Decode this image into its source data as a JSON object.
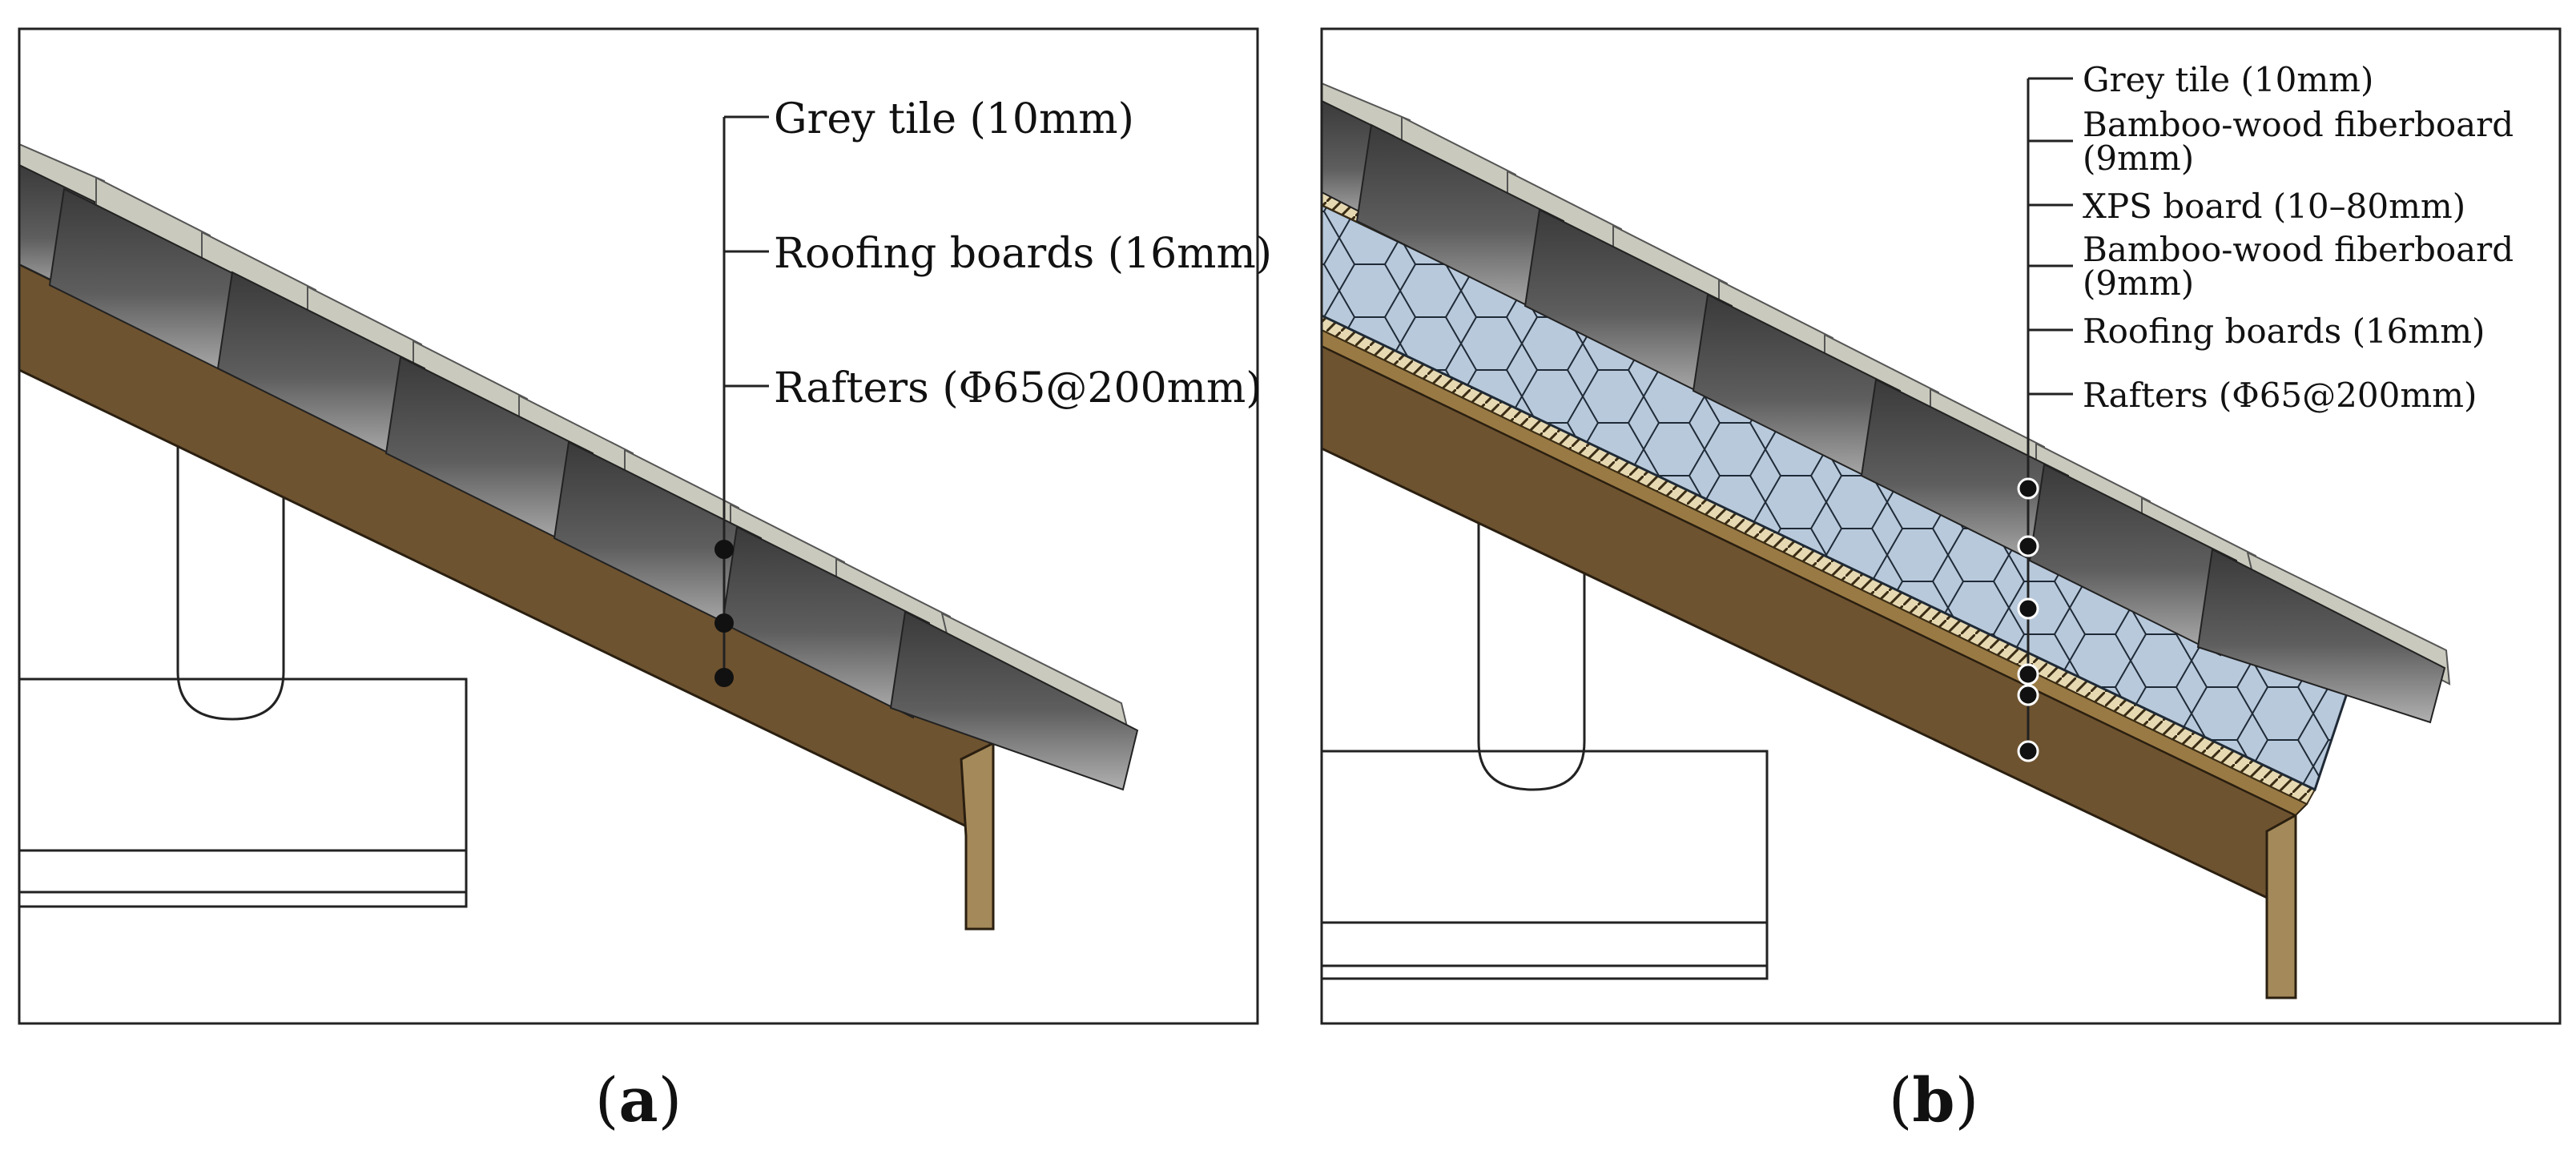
{
  "panels": {
    "a": {
      "caption": "a",
      "labels": [
        "Grey tile (10mm)",
        "Roofing boards (16mm)",
        "Rafters (Φ65@200mm)"
      ]
    },
    "b": {
      "caption": "b",
      "labels": [
        "Grey tile (10mm)",
        "Bamboo-wood fiberboard",
        "(9mm)",
        "XPS board (10–80mm)",
        "Bamboo-wood fiberboard",
        "(9mm)",
        "Roofing boards (16mm)",
        "Rafters (Φ65@200mm)"
      ]
    }
  },
  "colors": {
    "tile_light": "#c9c9bd",
    "tile_dark_top": "#3b3b3b",
    "tile_dark_bottom": "#a9a9a9",
    "rafter": "#6e5330",
    "rafter_side": "#a4895a",
    "board": "#9a7a44",
    "xps": "#b8c9dc",
    "fiberboard": "#d9c89a",
    "frame": "#222222"
  }
}
